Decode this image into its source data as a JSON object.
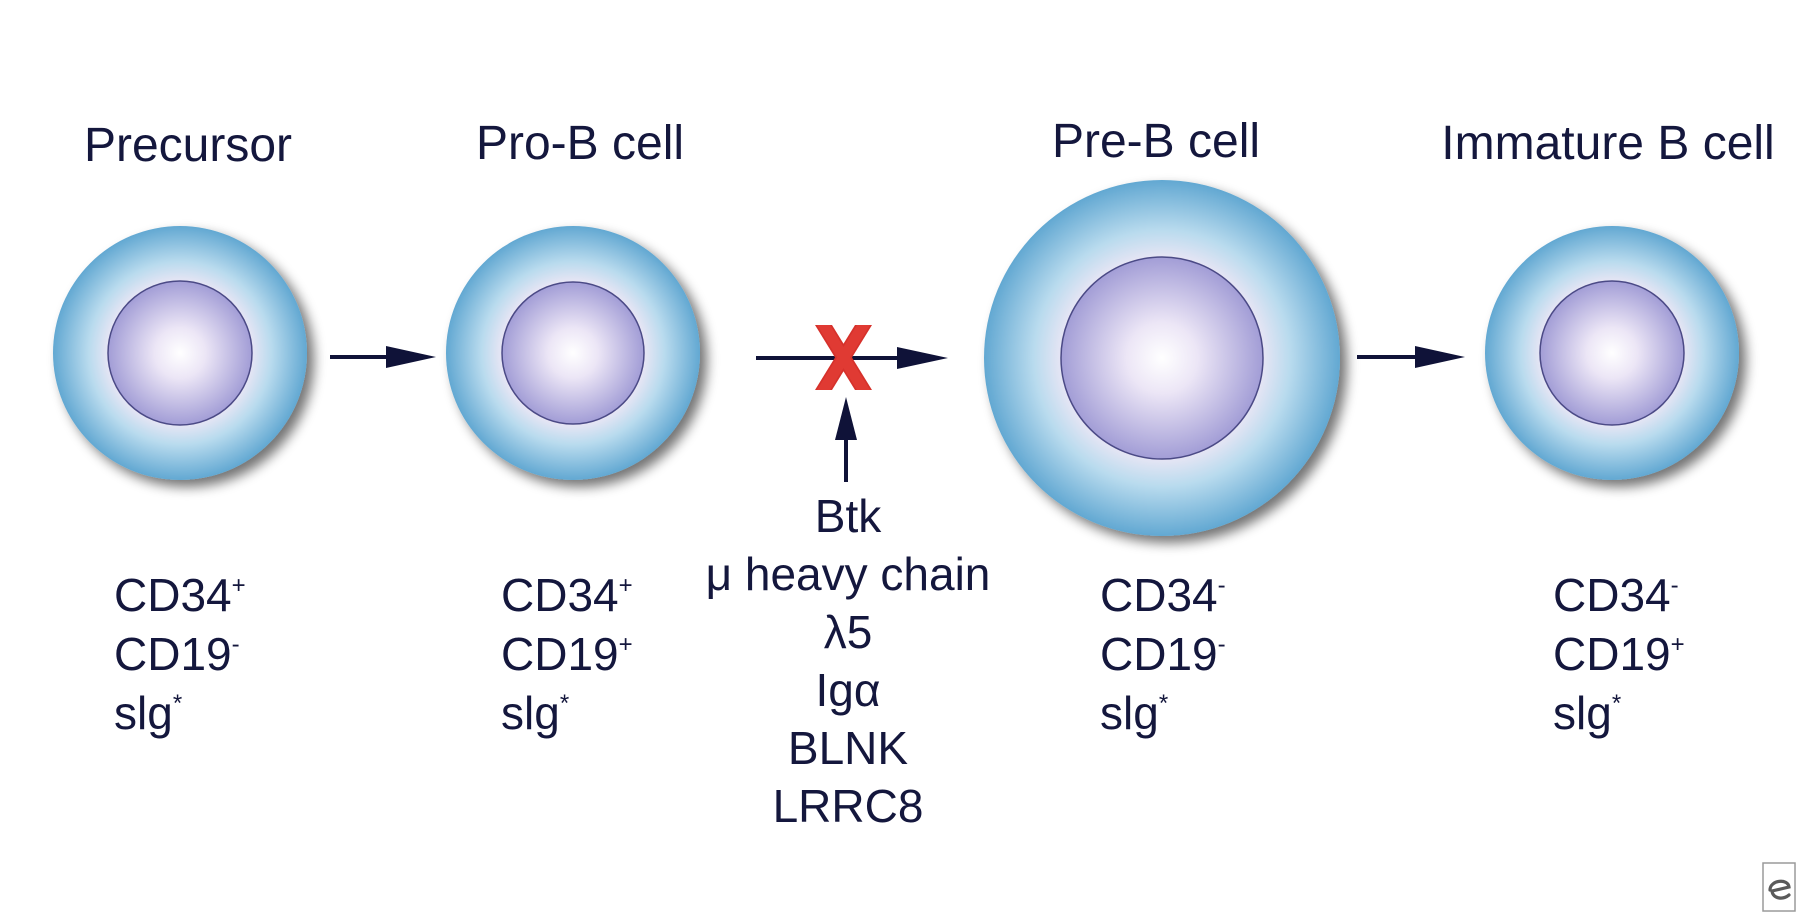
{
  "stages": [
    {
      "title": "Precursor",
      "markers": [
        {
          "name": "CD34",
          "sup": "+"
        },
        {
          "name": "CD19",
          "sup": "-"
        },
        {
          "name": "slg",
          "sup": "*"
        }
      ]
    },
    {
      "title": "Pro-B cell",
      "markers": [
        {
          "name": "CD34",
          "sup": "+"
        },
        {
          "name": "CD19",
          "sup": "+"
        },
        {
          "name": "slg",
          "sup": "*"
        }
      ]
    },
    {
      "title": "Pre-B cell",
      "markers": [
        {
          "name": "CD34",
          "sup": "-"
        },
        {
          "name": "CD19",
          "sup": "-"
        },
        {
          "name": "slg",
          "sup": "*"
        }
      ]
    },
    {
      "title": "Immature B cell",
      "markers": [
        {
          "name": "CD34",
          "sup": "-"
        },
        {
          "name": "CD19",
          "sup": "+"
        },
        {
          "name": "slg",
          "sup": "*"
        }
      ]
    }
  ],
  "block_factors": [
    "Btk",
    "μ heavy chain",
    "λ5",
    "Igα",
    "BLNK",
    "LRRC8"
  ],
  "block_symbol": "X",
  "colors": {
    "text": "#14173d",
    "arrow": "#0f1238",
    "block_mark": "#d6312b",
    "cytoplasm_outer": "#6fb0d6",
    "cytoplasm_inner": "#ffffff",
    "nucleus_outer": "#a7a3da",
    "nucleus_inner": "#ffffff",
    "nucleus_border": "#4b4a86"
  },
  "icons": {
    "logo": "publisher-e-logo-icon",
    "arrow": "right-arrow-icon",
    "block": "block-x-icon"
  }
}
